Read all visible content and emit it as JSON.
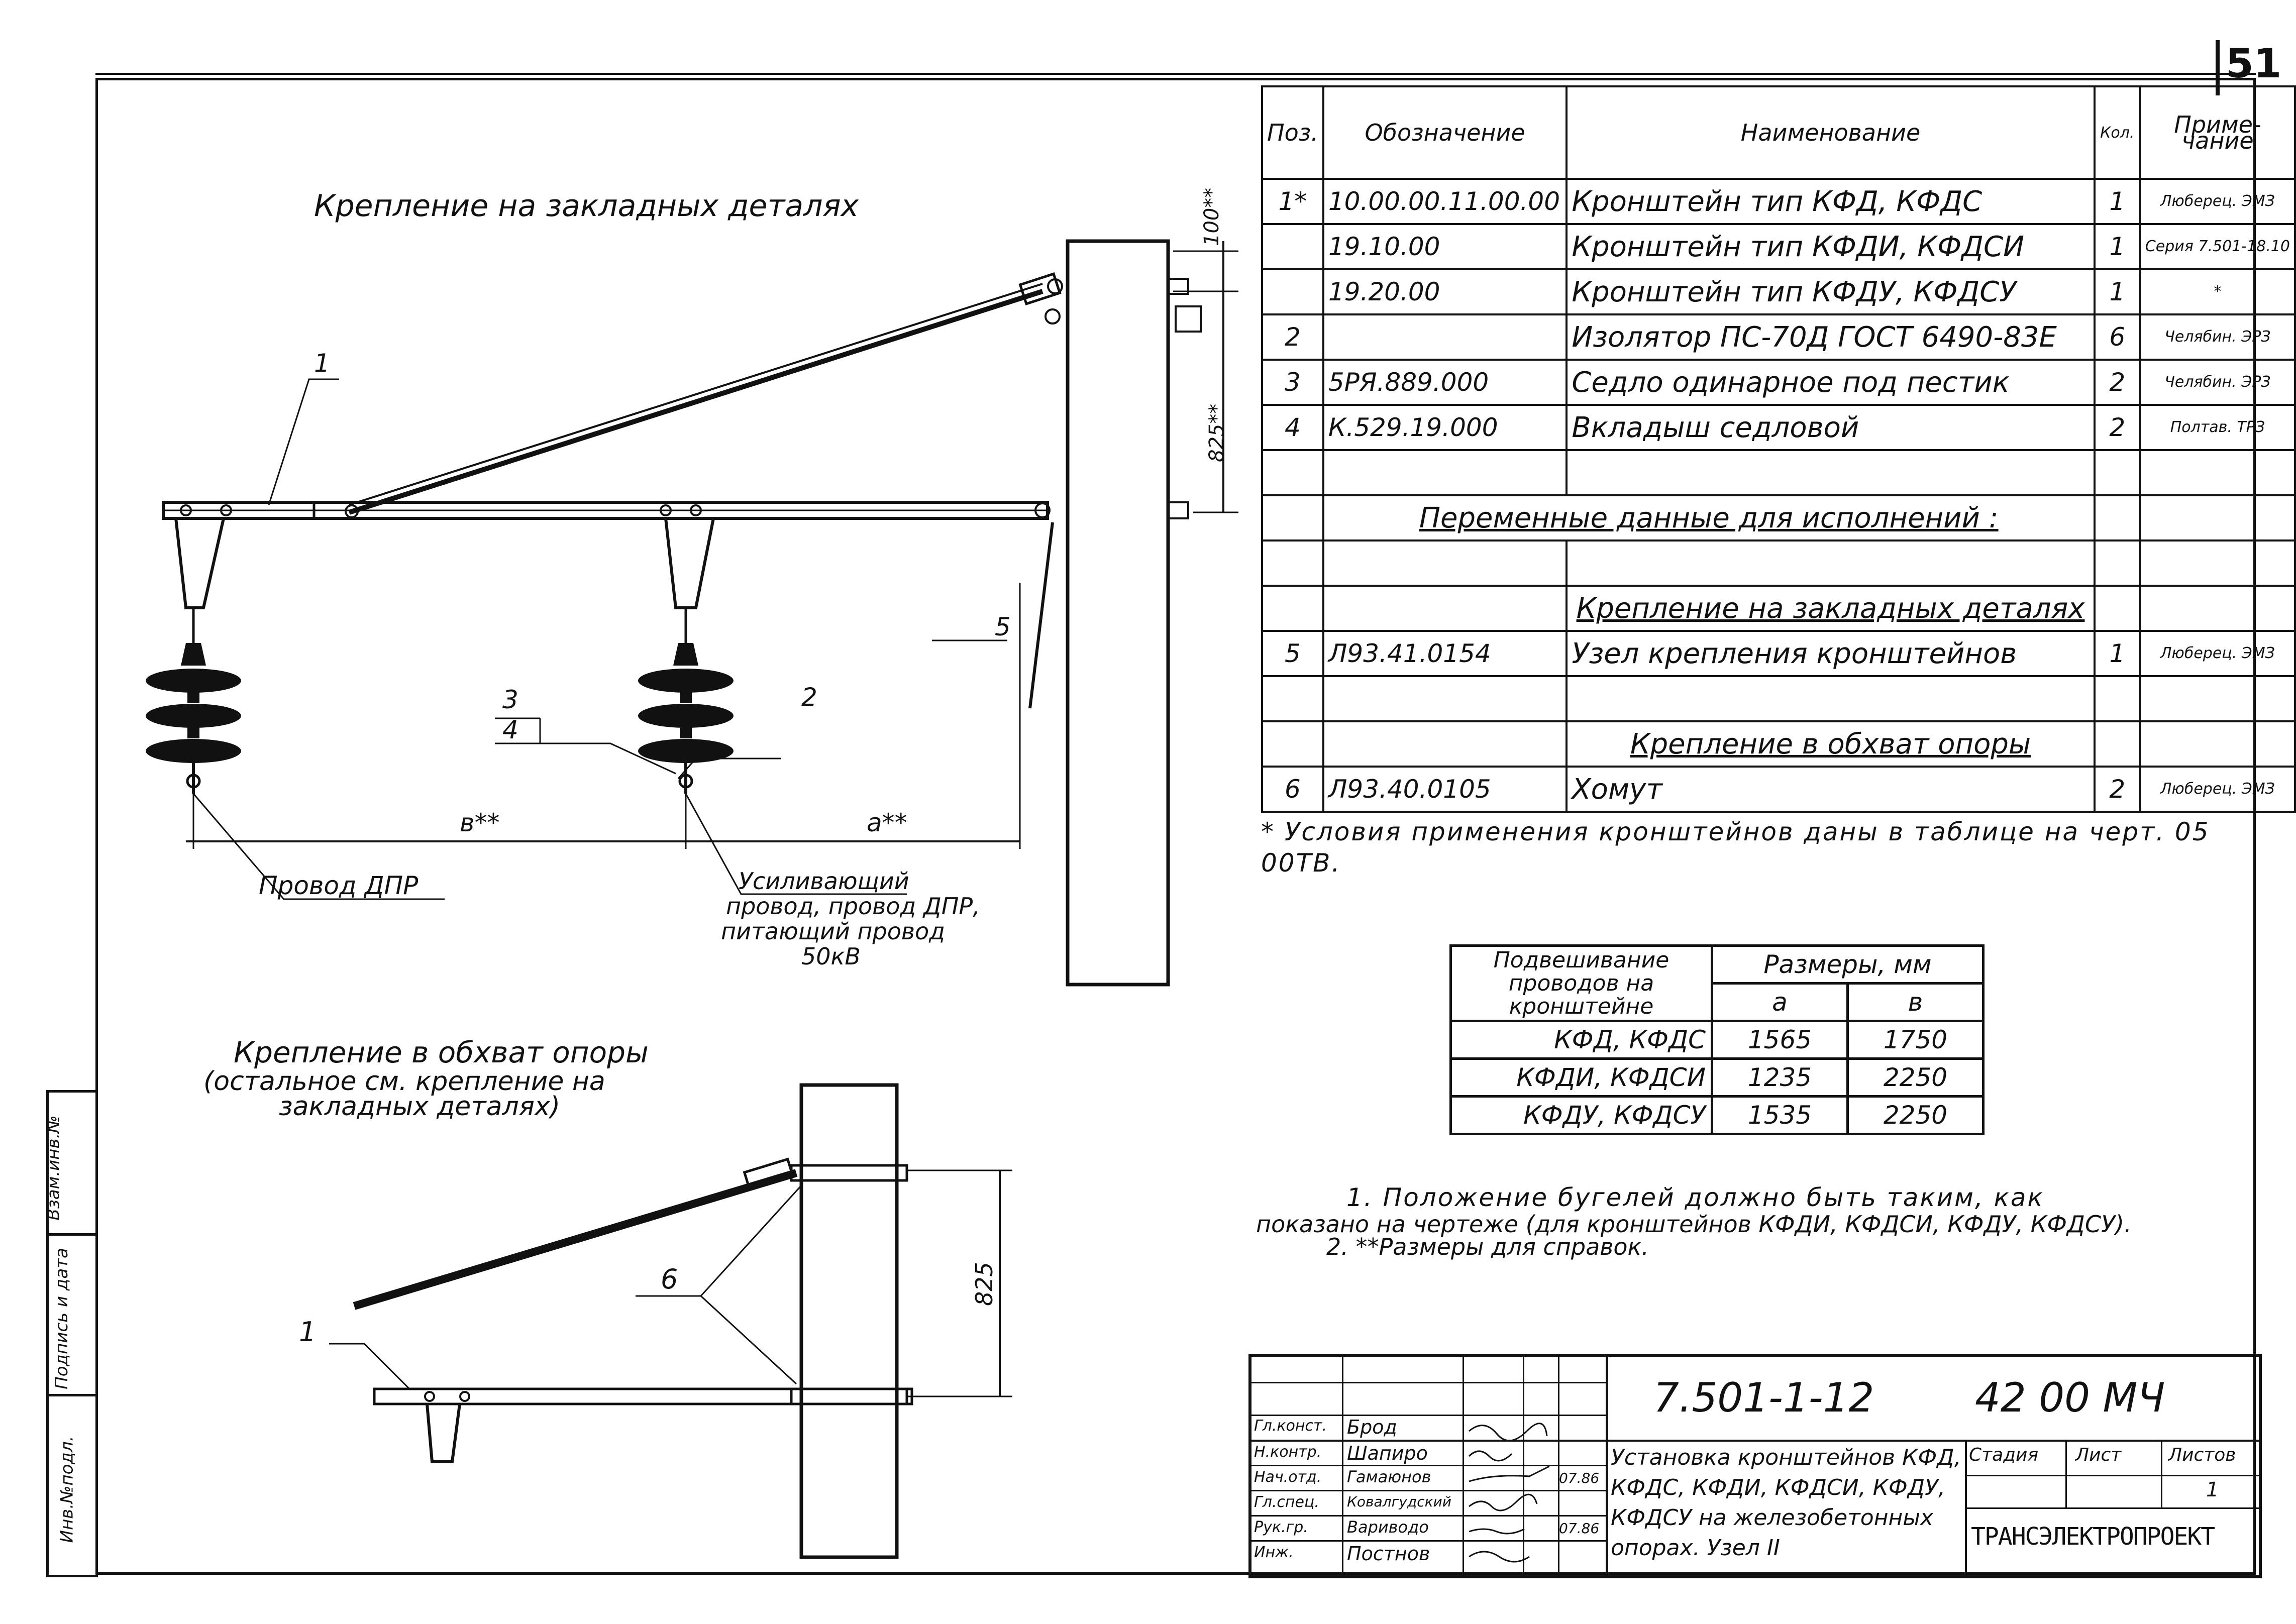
{
  "sheet_number": "51",
  "left_margin": {
    "inv_no": "Взам.инв.№",
    "signature_date": "Подпись и дата",
    "inv_original": "Инв.№подл."
  },
  "drawing_top": {
    "title": "Крепление  на закладных деталях",
    "dim_100": "100**",
    "dim_825": "825**",
    "dim_b": "в**",
    "dim_a": "а**",
    "labels": {
      "p1": "1",
      "p2": "2",
      "p3": "3",
      "p4": "4",
      "p5": "5"
    },
    "wire_dpr": "Провод ДПР",
    "wire_reinforcing": [
      "Усиливающий",
      "провод, провод ДПР,",
      "питающий провод",
      "50кВ"
    ]
  },
  "drawing_bottom": {
    "title": [
      "Крепление в обхват опоры",
      "(остальное см. крепление на",
      "закладных  деталях)"
    ],
    "dim_825": "825",
    "labels": {
      "p1": "1",
      "p6": "6"
    }
  },
  "spec_table": {
    "headers": {
      "pos": "Поз.",
      "designation": "Обозначение",
      "name": "Наименование",
      "qty": "Кол.",
      "note": "Приме-чание"
    },
    "rows": [
      {
        "pos": "1*",
        "designation": "10.00.00.11.00.00",
        "name": "Кронштейн  тип  КФД, КФДС",
        "qty": "1",
        "note": "Люберец. ЭМЗ"
      },
      {
        "pos": "",
        "designation": "19.10.00",
        "name": "Кронштейн  тип  КФДИ, КФДСИ",
        "qty": "1",
        "note": "Серия 7.501-18.10"
      },
      {
        "pos": "",
        "designation": "19.20.00",
        "name": "Кронштейн  тип  КФДУ, КФДСУ",
        "qty": "1",
        "note": "*"
      },
      {
        "pos": "2",
        "designation": "",
        "name": "Изолятор ПС-70Д  ГОСТ 6490-83Е",
        "qty": "6",
        "note": "Челябин. ЭРЗ"
      },
      {
        "pos": "3",
        "designation": "5РЯ.889.000",
        "name": "Седло одинарное под пестик",
        "qty": "2",
        "note": "Челябин. ЭРЗ"
      },
      {
        "pos": "4",
        "designation": "К.529.19.000",
        "name": "Вкладыш  седловой",
        "qty": "2",
        "note": "Полтав. ТРЗ"
      }
    ],
    "section_variable": "Переменные  данные для исполнений :",
    "section_embedded": "Крепление на закладных деталях",
    "row5": {
      "pos": "5",
      "designation": "Л93.41.0154",
      "name": "Узел крепления кронштейнов",
      "qty": "1",
      "note": "Люберец. ЭМЗ"
    },
    "section_clamp": "Крепление в обхват опоры",
    "row6": {
      "pos": "6",
      "designation": "Л93.40.0105",
      "name": "Хомут",
      "qty": "2",
      "note": "Люберец. ЭМЗ"
    }
  },
  "footnote_star": "* Условия  применения  кронштейнов  даны в таблице  на черт.    05 00ТВ.",
  "dims_table": {
    "header_left": "Подвешивание проводов на кронштейне",
    "header_right": "Размеры, мм",
    "col_a": "а",
    "col_b": "в",
    "rows": [
      {
        "type": "КФД, КФДС",
        "a": "1565",
        "b": "1750"
      },
      {
        "type": "КФДИ, КФДСИ",
        "a": "1235",
        "b": "2250"
      },
      {
        "type": "КФДУ, КФДСУ",
        "a": "1535",
        "b": "2250"
      }
    ]
  },
  "notes": [
    "1. Положение  бугелей  должно быть  таким,  как",
    "показано  на  чертеже (для  кронштейнов КФДИ, КФДСИ, КФДУ, КФДСУ).",
    "2. **Размеры для справок."
  ],
  "title_block": {
    "code": "7.501-1-12",
    "doc": "42 00 МЧ",
    "roles": [
      {
        "role": "Гл.конст.",
        "name": "Брод",
        "date": ""
      },
      {
        "role": "Н.контр.",
        "name": "Шапиро",
        "date": ""
      },
      {
        "role": "Нач.отд.",
        "name": "Гамаюнов",
        "date": "07.86"
      },
      {
        "role": "Гл.спец.",
        "name": "Ковалгудский",
        "date": ""
      },
      {
        "role": "Рук.гр.",
        "name": "Вариводо",
        "date": "07.86"
      },
      {
        "role": "Инж.",
        "name": "Постнов",
        "date": ""
      }
    ],
    "description": [
      "Установка кронштейнов КФД,",
      "КФДС, КФДИ, КФДСИ, КФДУ,",
      "КФДСУ  на железобетонных",
      "опорах. Узел II"
    ],
    "stage": "Стадия",
    "sheet": "Лист",
    "sheets": "Листов",
    "sheets_value": "1",
    "org": "ТРАНСЭЛЕКТРОПРОЕКТ"
  }
}
